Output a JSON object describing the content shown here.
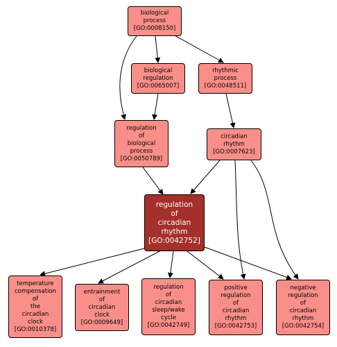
{
  "nodes": {
    "bp": {
      "lines": [
        "biological",
        "process",
        "[GO:0008150]"
      ]
    },
    "breg": {
      "lines": [
        "biological",
        "regulation",
        "[GO:0065007]"
      ]
    },
    "rp": {
      "lines": [
        "rhythmic",
        "process",
        "[GO:0048511]"
      ]
    },
    "rbp": {
      "lines": [
        "regulation",
        "of",
        "biological",
        "process",
        "[GO:0050789]"
      ]
    },
    "cr": {
      "lines": [
        "circadian",
        "rhythm",
        "[GO:0007623]"
      ]
    },
    "rcr": {
      "lines": [
        "regulation",
        "of",
        "circadian",
        "rhythm",
        "[GO:0042752]"
      ]
    },
    "tccc": {
      "lines": [
        "temperature",
        "compensation",
        "of",
        "the",
        "circadian",
        "clock",
        "[GO:0010378]"
      ]
    },
    "ecc": {
      "lines": [
        "entrainment",
        "of",
        "circadian",
        "clock",
        "[GO:0009649]"
      ]
    },
    "rcsw": {
      "lines": [
        "regulation",
        "of",
        "circadian",
        "sleep/wake",
        "cycle",
        "[GO:0042749]"
      ]
    },
    "prcr": {
      "lines": [
        "positive",
        "regulation",
        "of",
        "circadian",
        "rhythm",
        "[GO:0042753]"
      ]
    },
    "nrcr": {
      "lines": [
        "negative",
        "regulation",
        "of",
        "circadian",
        "rhythm",
        "[GO:0042754]"
      ]
    }
  }
}
